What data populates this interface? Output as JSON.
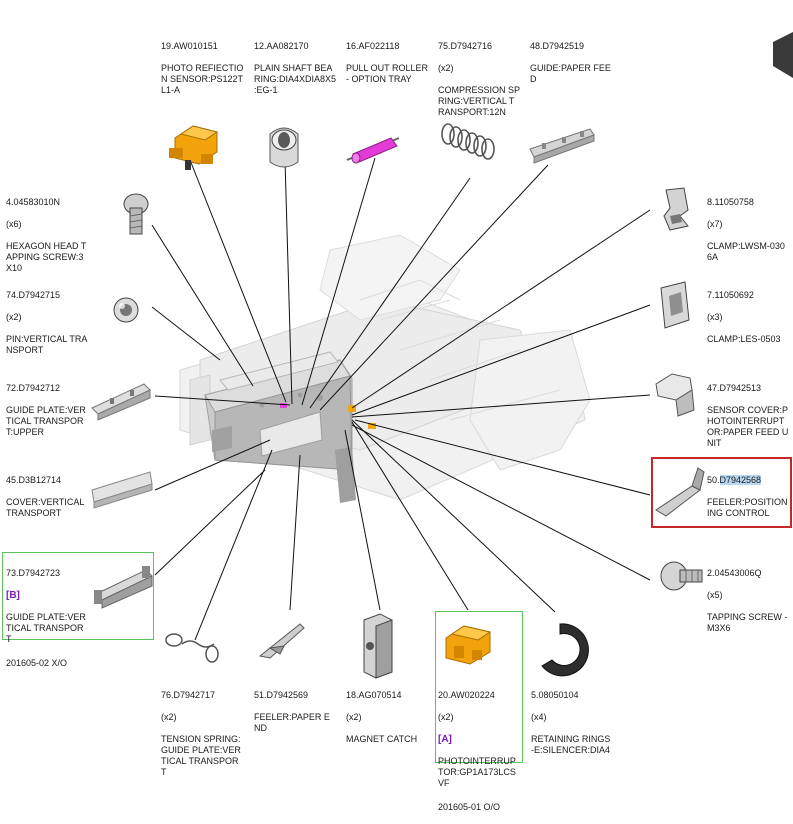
{
  "parts": [
    {
      "id": "19",
      "num": "19.AW010151",
      "qty": "",
      "desc": "PHOTO REFIECTIO\nN SENSOR:PS122T\nL1-A",
      "tag": "",
      "note": "",
      "icon": "photo-reflection-sensor-icon"
    },
    {
      "id": "12",
      "num": "12.AA082170",
      "qty": "",
      "desc": "PLAIN SHAFT BEA\nRING:DIA4XDIA8X5\n:EG-1",
      "tag": "",
      "note": "",
      "icon": "plain-shaft-bearing-icon"
    },
    {
      "id": "16",
      "num": "16.AF022118",
      "qty": "",
      "desc": "PULL OUT ROLLER\n - OPTION TRAY",
      "tag": "",
      "note": "",
      "icon": "pull-out-roller-icon"
    },
    {
      "id": "75",
      "num": "75.D7942716",
      "qty": "(x2)",
      "desc": "COMPRESSION SP\nRING:VERTICAL T\nRANSPORT:12N",
      "tag": "",
      "note": "",
      "icon": "compression-spring-icon"
    },
    {
      "id": "48",
      "num": "48.D7942519",
      "qty": "",
      "desc": "GUIDE:PAPER FEE\nD",
      "tag": "",
      "note": "",
      "icon": "paper-feed-guide-icon"
    },
    {
      "id": "4",
      "num": "4.04583010N",
      "qty": "(x6)",
      "desc": "HEXAGON HEAD T\nAPPING SCREW:3\nX10",
      "tag": "",
      "note": "",
      "icon": "hexagon-head-screw-icon"
    },
    {
      "id": "74",
      "num": "74.D7942715",
      "qty": "(x2)",
      "desc": "PIN:VERTICAL TRA\nNSPORT",
      "tag": "",
      "note": "",
      "icon": "pin-icon"
    },
    {
      "id": "72",
      "num": "72.D7942712",
      "qty": "",
      "desc": "GUIDE PLATE:VER\nTICAL TRANSPOR\nT:UPPER",
      "tag": "",
      "note": "",
      "icon": "guide-plate-upper-icon"
    },
    {
      "id": "45",
      "num": "45.D3B12714",
      "qty": "",
      "desc": "COVER:VERTICAL\nTRANSPORT",
      "tag": "",
      "note": "",
      "icon": "cover-icon"
    },
    {
      "id": "73",
      "num": "73.D7942723",
      "qty": "",
      "desc": "GUIDE PLATE:VER\nTICAL TRANSPOR\nT",
      "tag": "[B]",
      "note": "201605-02 X/O",
      "icon": "guide-plate-icon"
    },
    {
      "id": "8",
      "num": "8.11050758",
      "qty": "(x7)",
      "desc": "CLAMP:LWSM-030\n6A",
      "tag": "",
      "note": "",
      "icon": "clamp-lwsm-icon"
    },
    {
      "id": "7",
      "num": "7.11050692",
      "qty": "(x3)",
      "desc": "CLAMP:LES-0503",
      "tag": "",
      "note": "",
      "icon": "clamp-les-icon"
    },
    {
      "id": "47",
      "num": "47.D7942513",
      "qty": "",
      "desc": "SENSOR COVER:P\nHOTOINTERRUPT\nOR:PAPER FEED U\nNIT",
      "tag": "",
      "note": "",
      "icon": "sensor-cover-icon"
    },
    {
      "id": "50",
      "num_prefix": "50.",
      "num_hl": "D7942568",
      "qty": "",
      "desc": "FEELER:POSITION\nING CONTROL",
      "tag": "",
      "note": "",
      "icon": "feeler-positioning-icon"
    },
    {
      "id": "2",
      "num": "2.04543006Q",
      "qty": "(x5)",
      "desc": "TAPPING SCREW -\n M3X6",
      "tag": "",
      "note": "",
      "icon": "tapping-screw-icon"
    },
    {
      "id": "76",
      "num": "76.D7942717",
      "qty": "(x2)",
      "desc": "TENSION SPRING:\nGUIDE PLATE:VER\nTICAL TRANSPOR\nT",
      "tag": "",
      "note": "",
      "icon": "tension-spring-icon"
    },
    {
      "id": "51",
      "num": "51.D7942569",
      "qty": "",
      "desc": "FEELER:PAPER E\nND",
      "tag": "",
      "note": "",
      "icon": "feeler-paper-end-icon"
    },
    {
      "id": "18",
      "num": "18.AG070514",
      "qty": "(x2)",
      "desc": "MAGNET CATCH",
      "tag": "",
      "note": "",
      "icon": "magnet-catch-icon"
    },
    {
      "id": "20",
      "num": "20.AW020224",
      "qty": "(x2)",
      "desc": "PHOTOINTERRUP\nTOR:GP1A173LCS\nVF",
      "tag": "[A]",
      "note": "201605-01 O/O",
      "icon": "photointerrupter-icon"
    },
    {
      "id": "5",
      "num": "5.08050104",
      "qty": "(x4)",
      "desc": "RETAINING RINGS\n-E:SILENCER:DIA4",
      "tag": "",
      "note": "",
      "icon": "retaining-ring-icon"
    }
  ],
  "colors": {
    "highlight_green": "#5ac35a",
    "highlight_red": "#c62828",
    "tag_purple": "#7a1fb4",
    "part_orange": "#f2a20a",
    "roller_magenta": "#e33bd8"
  }
}
